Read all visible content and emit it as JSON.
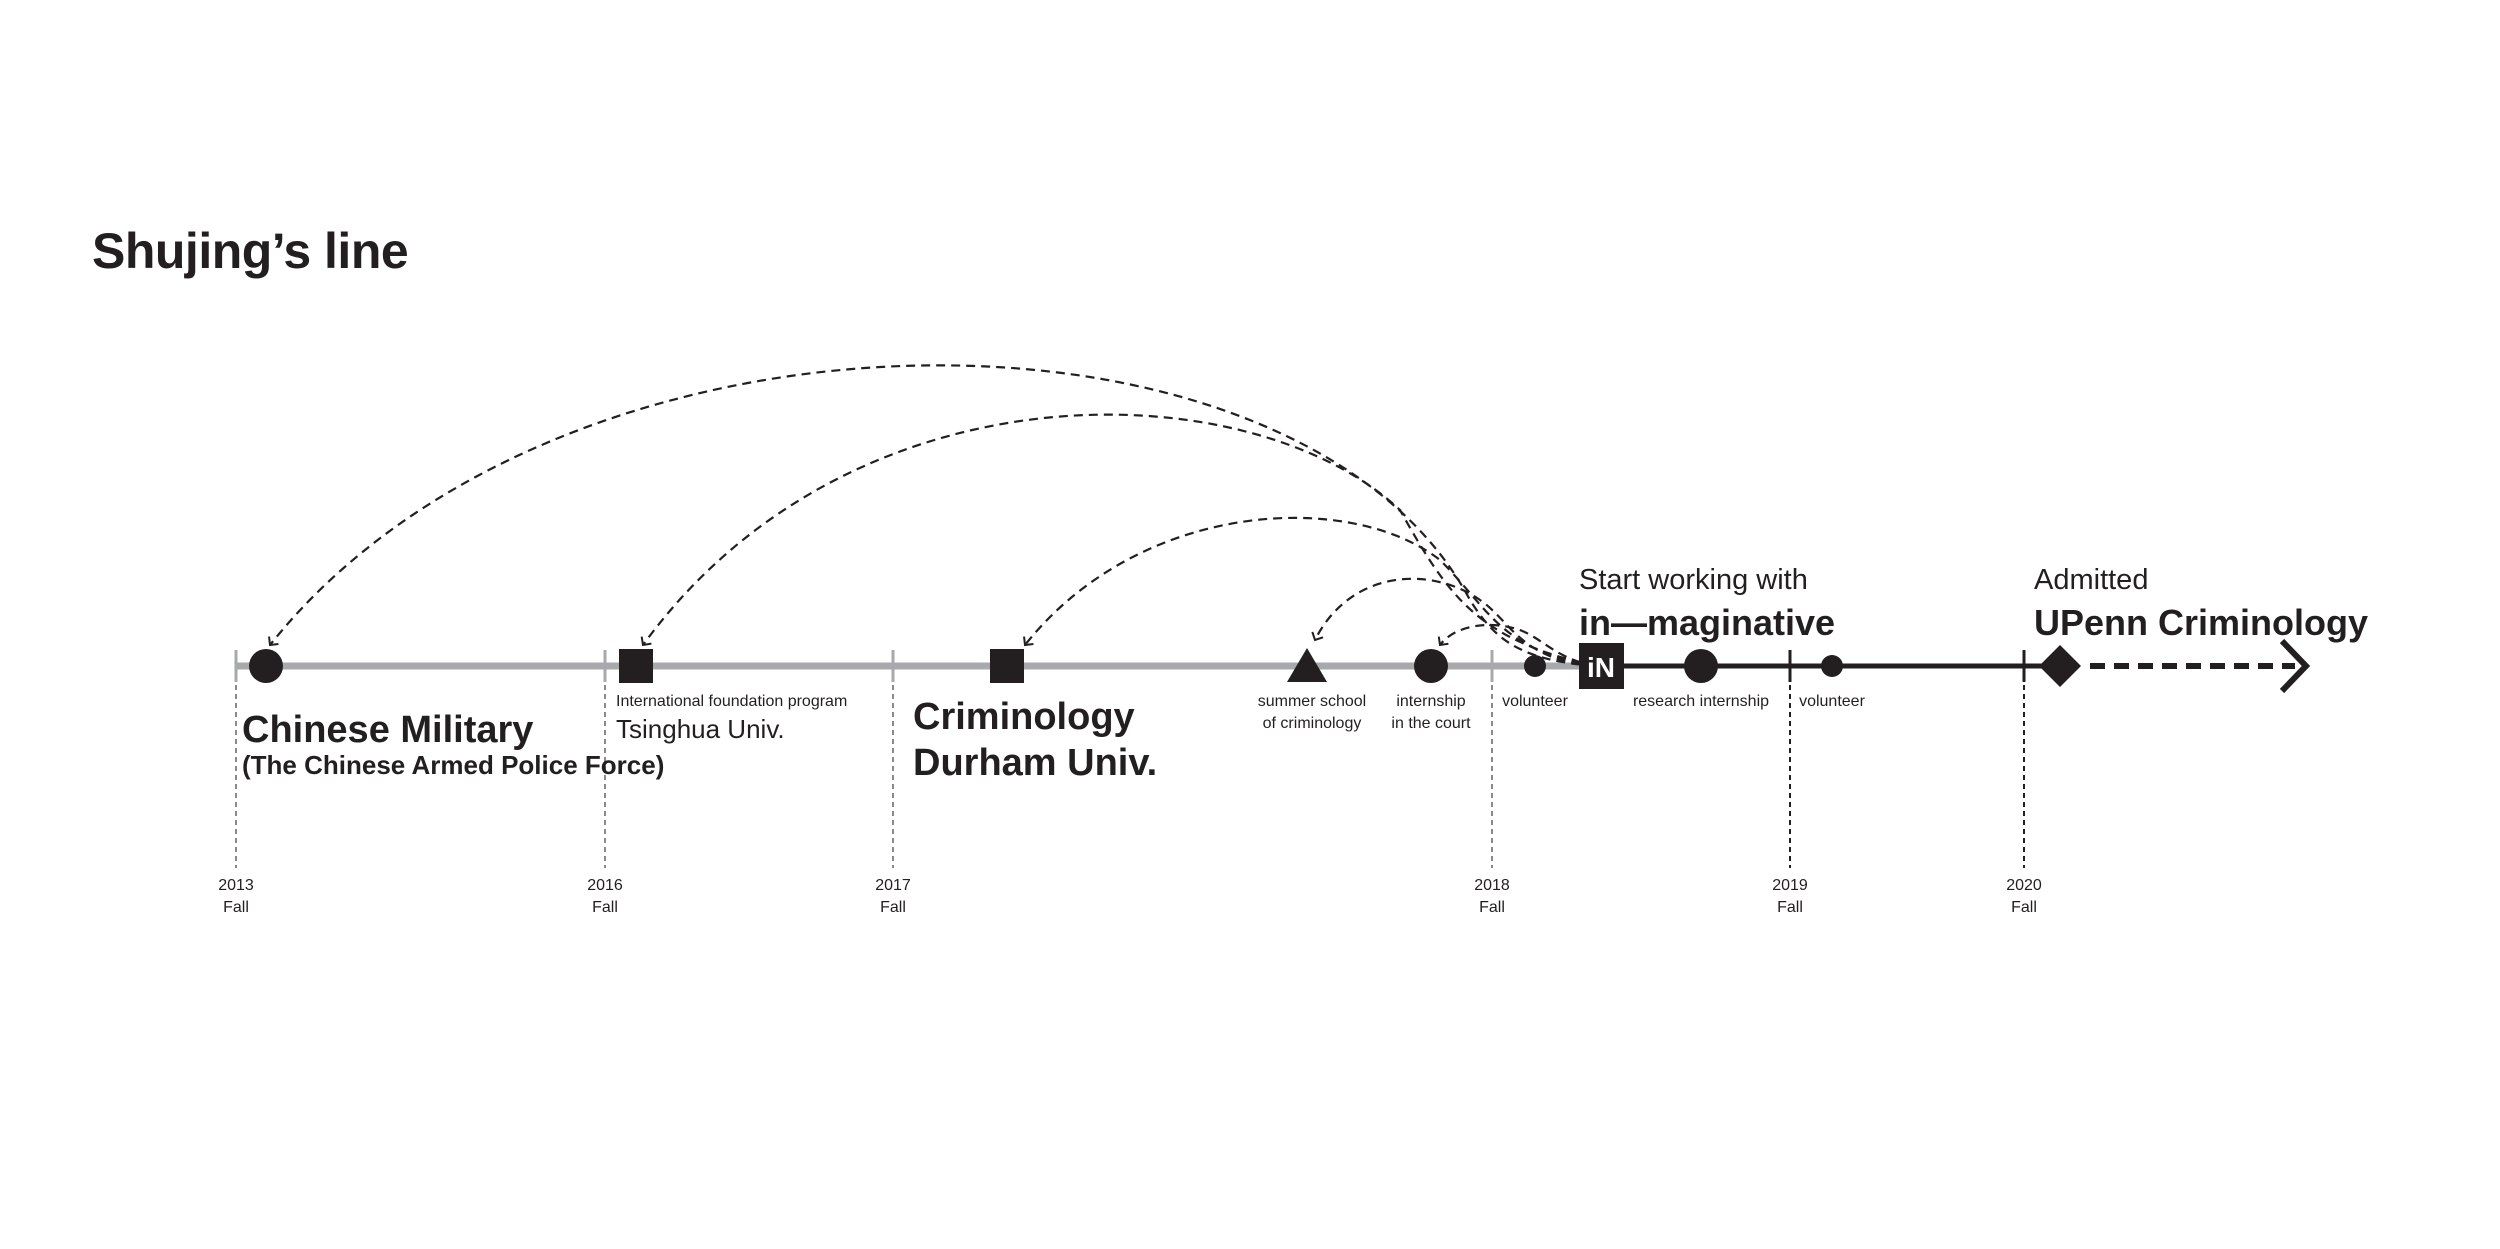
{
  "title": "Shujing’s line",
  "colors": {
    "past": "#a7a9ac",
    "present": "#231f20",
    "dashed_guides": "#8a8a8a"
  },
  "years": [
    {
      "year": "2013",
      "season": "Fall"
    },
    {
      "year": "2016",
      "season": "Fall"
    },
    {
      "year": "2017",
      "season": "Fall"
    },
    {
      "year": "2018",
      "season": "Fall"
    },
    {
      "year": "2019",
      "season": "Fall"
    },
    {
      "year": "2020",
      "season": "Fall"
    }
  ],
  "events": {
    "military": {
      "line1": "Chinese Military",
      "line2": "(The Chinese Armed Police Force)",
      "marker": "circle"
    },
    "tsinghua": {
      "line1": "International foundation program",
      "line2": "Tsinghua Univ.",
      "marker": "square"
    },
    "durham": {
      "line1": "Criminology",
      "line2": "Durham Univ.",
      "marker": "square"
    },
    "summer": {
      "line1": "summer school",
      "line2": "of criminology",
      "marker": "triangle"
    },
    "court": {
      "line1": "internship",
      "line2": "in the court",
      "marker": "circle"
    },
    "volunteer1": {
      "label": "volunteer",
      "marker": "small-circle"
    },
    "inmaginative": {
      "line1": "Start working with",
      "line2": "in—maginative",
      "logo_text": "iN",
      "marker": "logo-square"
    },
    "research": {
      "label": "research internship",
      "marker": "circle"
    },
    "volunteer2": {
      "label": "volunteer",
      "marker": "small-circle"
    },
    "upenn": {
      "line1": "Admitted",
      "line2": "UPenn Criminology",
      "marker": "diamond"
    }
  }
}
